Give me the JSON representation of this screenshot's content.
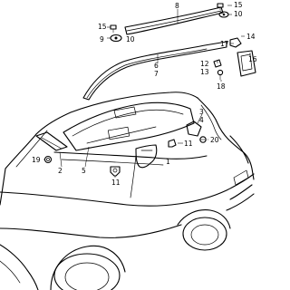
{
  "diagram": {
    "callouts": {
      "n1": "1",
      "n2": "2",
      "n3": "3",
      "n4": "4",
      "n5": "5",
      "n6": "6",
      "n7": "7",
      "n8": "8",
      "n9": "9",
      "n10a": "10",
      "n10b": "10",
      "n11a": "11",
      "n11b": "11",
      "n12": "12",
      "n13": "13",
      "n14": "14",
      "n15a": "15",
      "n15b": "15",
      "n16": "16",
      "n17": "17",
      "n18": "18",
      "n19": "19",
      "n20": "20"
    }
  }
}
